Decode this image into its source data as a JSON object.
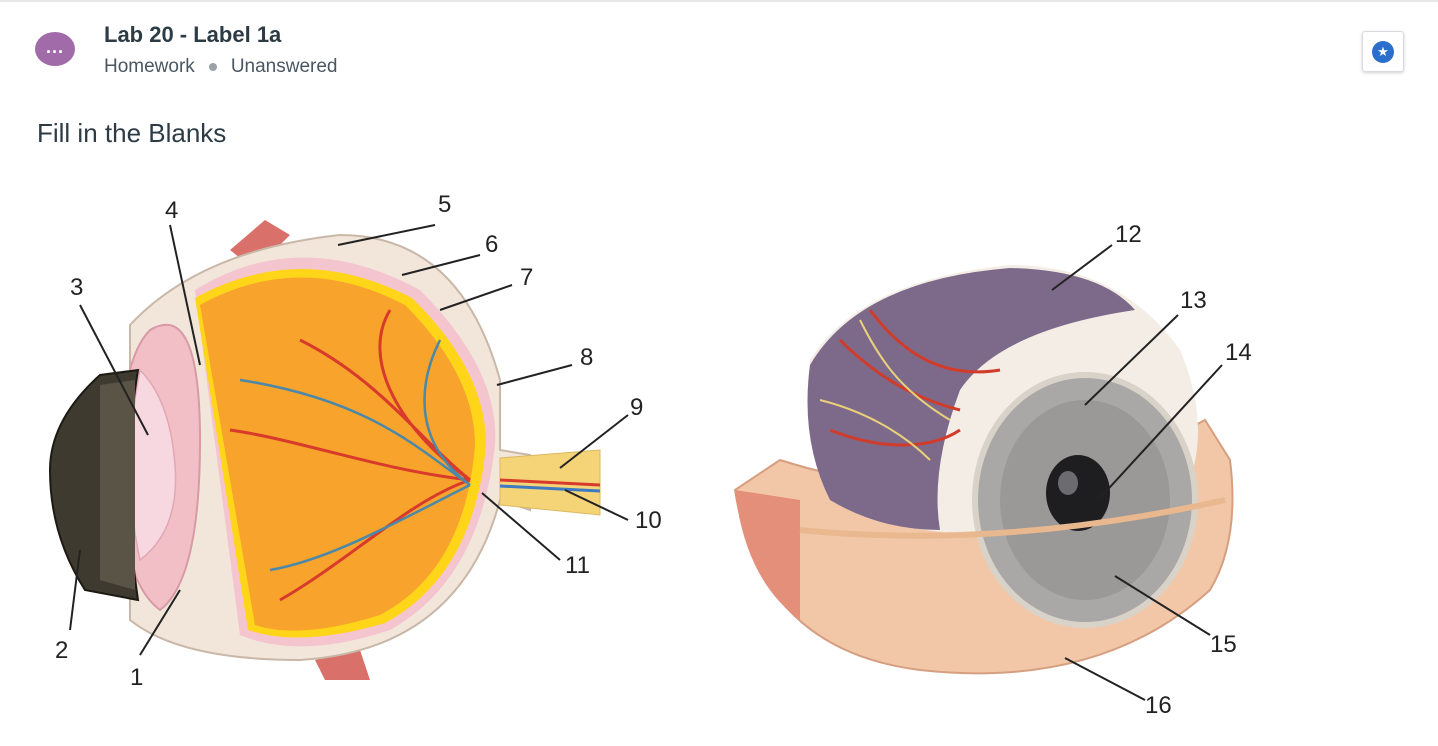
{
  "header": {
    "title": "Lab 20 - Label 1a",
    "category": "Homework",
    "status": "Unanswered"
  },
  "question": {
    "type_label": "Fill in the Blanks"
  },
  "labels": [
    "1",
    "2",
    "3",
    "4",
    "5",
    "6",
    "7",
    "8",
    "9",
    "10",
    "11",
    "12",
    "13",
    "14",
    "15",
    "16"
  ],
  "colors": {
    "avatar": "#a06ba8",
    "bookmark": "#2c6ecb",
    "text": "#2d3b45"
  }
}
